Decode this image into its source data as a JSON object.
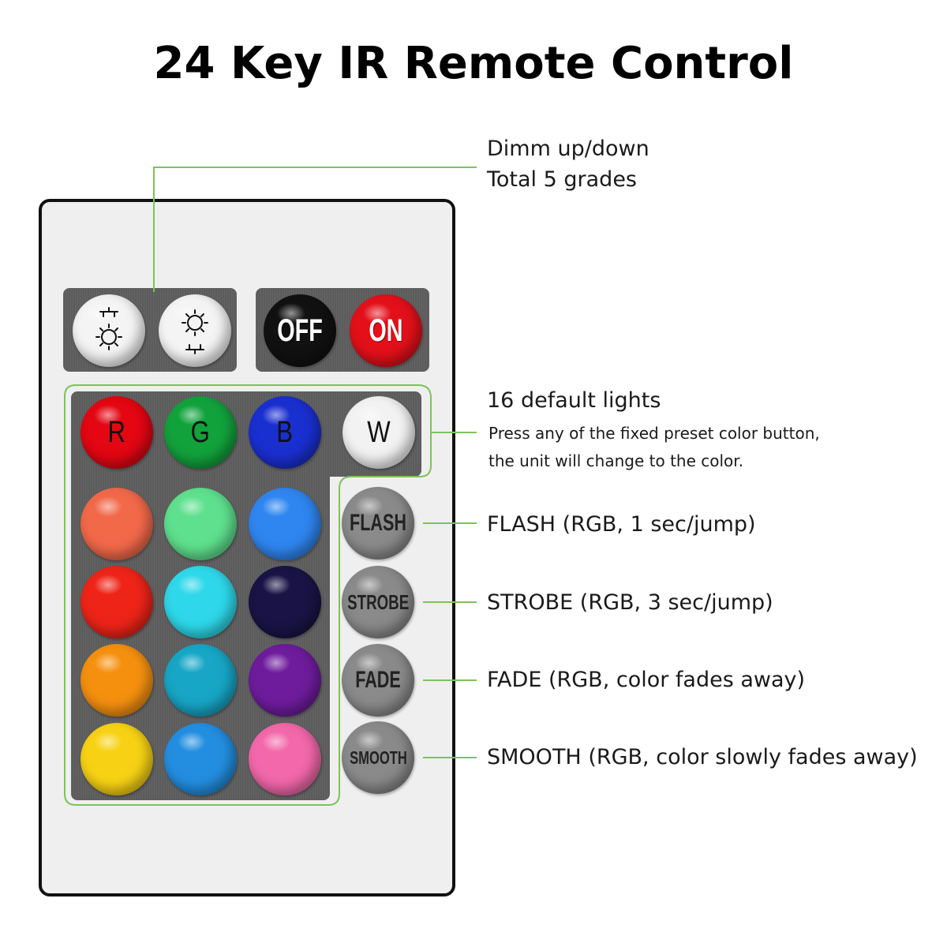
{
  "title": "24 Key IR Remote Control",
  "annotations": {
    "dimm_line1": "Dimm up/down",
    "dimm_line2": "Total 5 grades",
    "default_title": "16 default lights",
    "default_line1": "Press any of the fixed preset color button,",
    "default_line2": "the unit will change to the color.",
    "flash": "FLASH (RGB, 1 sec/jump)",
    "strobe": "STROBE (RGB, 3 sec/jump)",
    "fade": "FADE (RGB, color fades away)",
    "smooth": "SMOOTH (RGB, color slowly fades away)"
  },
  "buttons": {
    "off": "OFF",
    "on": "ON",
    "r": "R",
    "g": "G",
    "b": "B",
    "w": "W",
    "flash": "FLASH",
    "strobe": "STROBE",
    "fade": "FADE",
    "smooth": "SMOOTH"
  },
  "colors": {
    "accent_line": "#7cc35a",
    "red": "#e30613",
    "green": "#12a23c",
    "blue": "#1a2fd0",
    "white": "#f2f2f2",
    "off": "#111111",
    "on": "#e3101a",
    "mode_gray": "#8a8a8a",
    "row1": [
      "#f2694a",
      "#5fe08e",
      "#2f86f0"
    ],
    "row2": [
      "#ee2418",
      "#2ed8ea",
      "#1a1446"
    ],
    "row3": [
      "#f5900f",
      "#17a6c6",
      "#6e1c9c"
    ],
    "row4": [
      "#f7d214",
      "#238ee0",
      "#f268aa"
    ]
  },
  "icons": [
    "brightness-up-icon",
    "brightness-down-icon"
  ]
}
